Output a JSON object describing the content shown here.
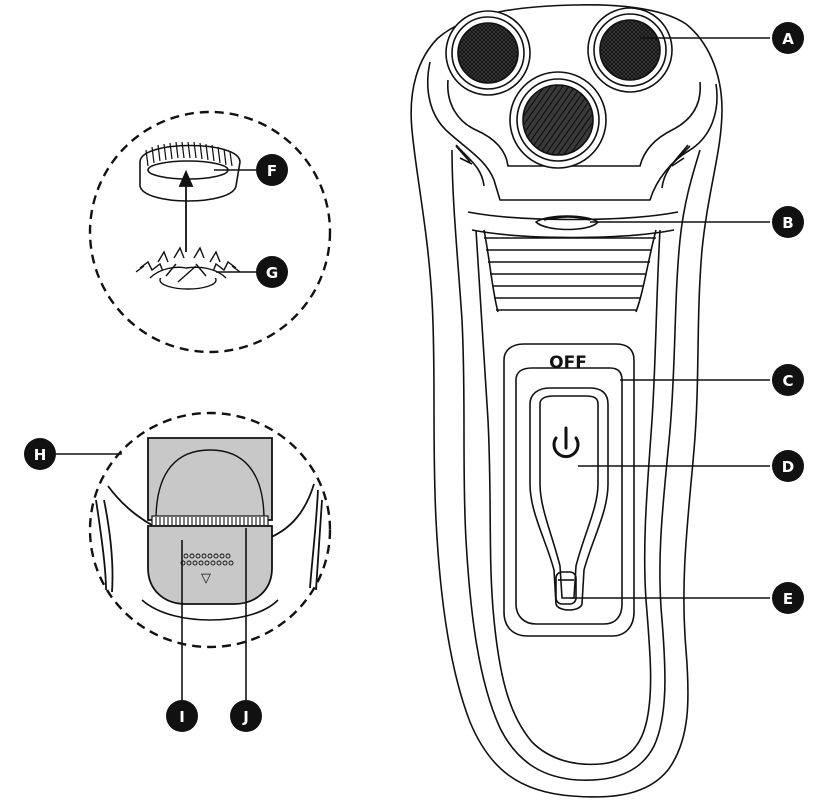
{
  "labels": {
    "A": "A",
    "B": "B",
    "C": "C",
    "D": "D",
    "E": "E",
    "F": "F",
    "G": "G",
    "H": "H",
    "I": "I",
    "J": "J"
  },
  "switch": {
    "off_text": "OFF"
  },
  "trimmer": {
    "marker": "▽"
  },
  "colors": {
    "ink": "#111111",
    "badge": "#111111",
    "comb_fill": "#c8c8c8",
    "head_mesh": "#2b2b2b"
  }
}
